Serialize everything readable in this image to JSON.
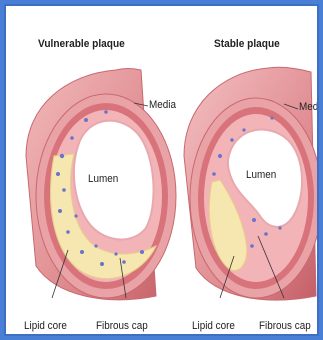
{
  "panels": [
    {
      "title": "Vulnerable plaque",
      "labels": {
        "media": "Media",
        "lumen": "Lumen",
        "lipid_core": "Lipid core",
        "fibrous_cap": "Fibrous cap"
      }
    },
    {
      "title": "Stable plaque",
      "labels": {
        "media": "Media",
        "lumen": "Lumen",
        "lipid_core": "Lipid core",
        "fibrous_cap": "Fibrous cap"
      }
    }
  ],
  "colors": {
    "frame_border": "#3e6fc4",
    "outer_wall": "#e9a3a6",
    "media_ring": "#d8737b",
    "intima": "#f3b4b8",
    "lipid_core": "#f6e6b0",
    "cells": "#6a73c8"
  }
}
